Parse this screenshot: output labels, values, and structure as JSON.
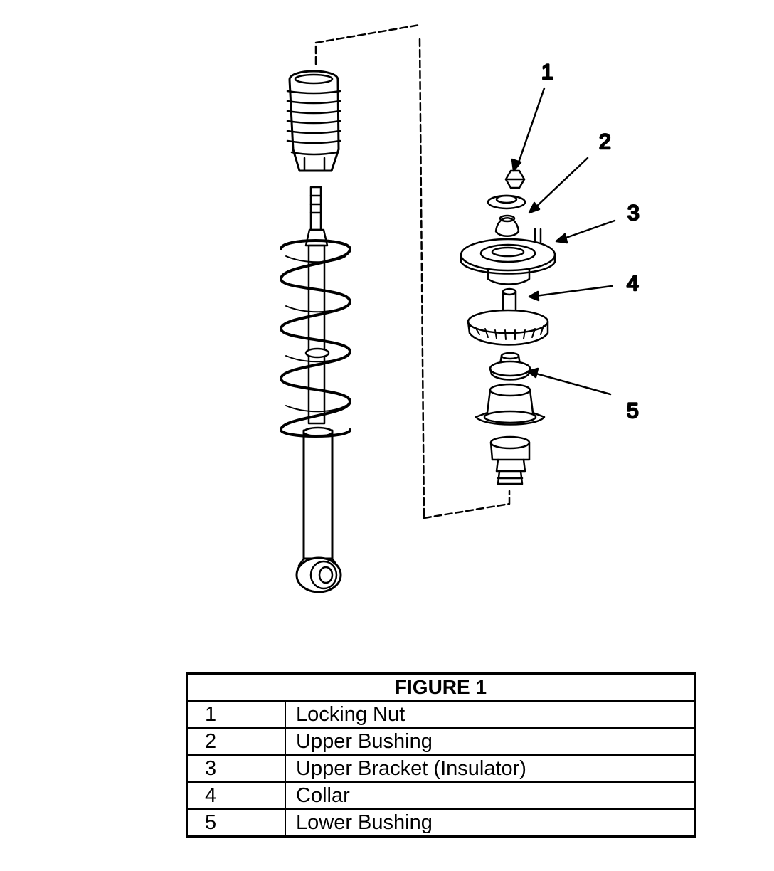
{
  "callouts": [
    {
      "num": "1"
    },
    {
      "num": "2"
    },
    {
      "num": "3"
    },
    {
      "num": "4"
    },
    {
      "num": "5"
    }
  ],
  "legend": {
    "title": "FIGURE 1",
    "rows": [
      {
        "num": "1",
        "name": "Locking Nut"
      },
      {
        "num": "2",
        "name": "Upper Bushing"
      },
      {
        "num": "3",
        "name": "Upper Bracket (Insulator)"
      },
      {
        "num": "4",
        "name": "Collar"
      },
      {
        "num": "5",
        "name": "Lower Bushing"
      }
    ]
  }
}
